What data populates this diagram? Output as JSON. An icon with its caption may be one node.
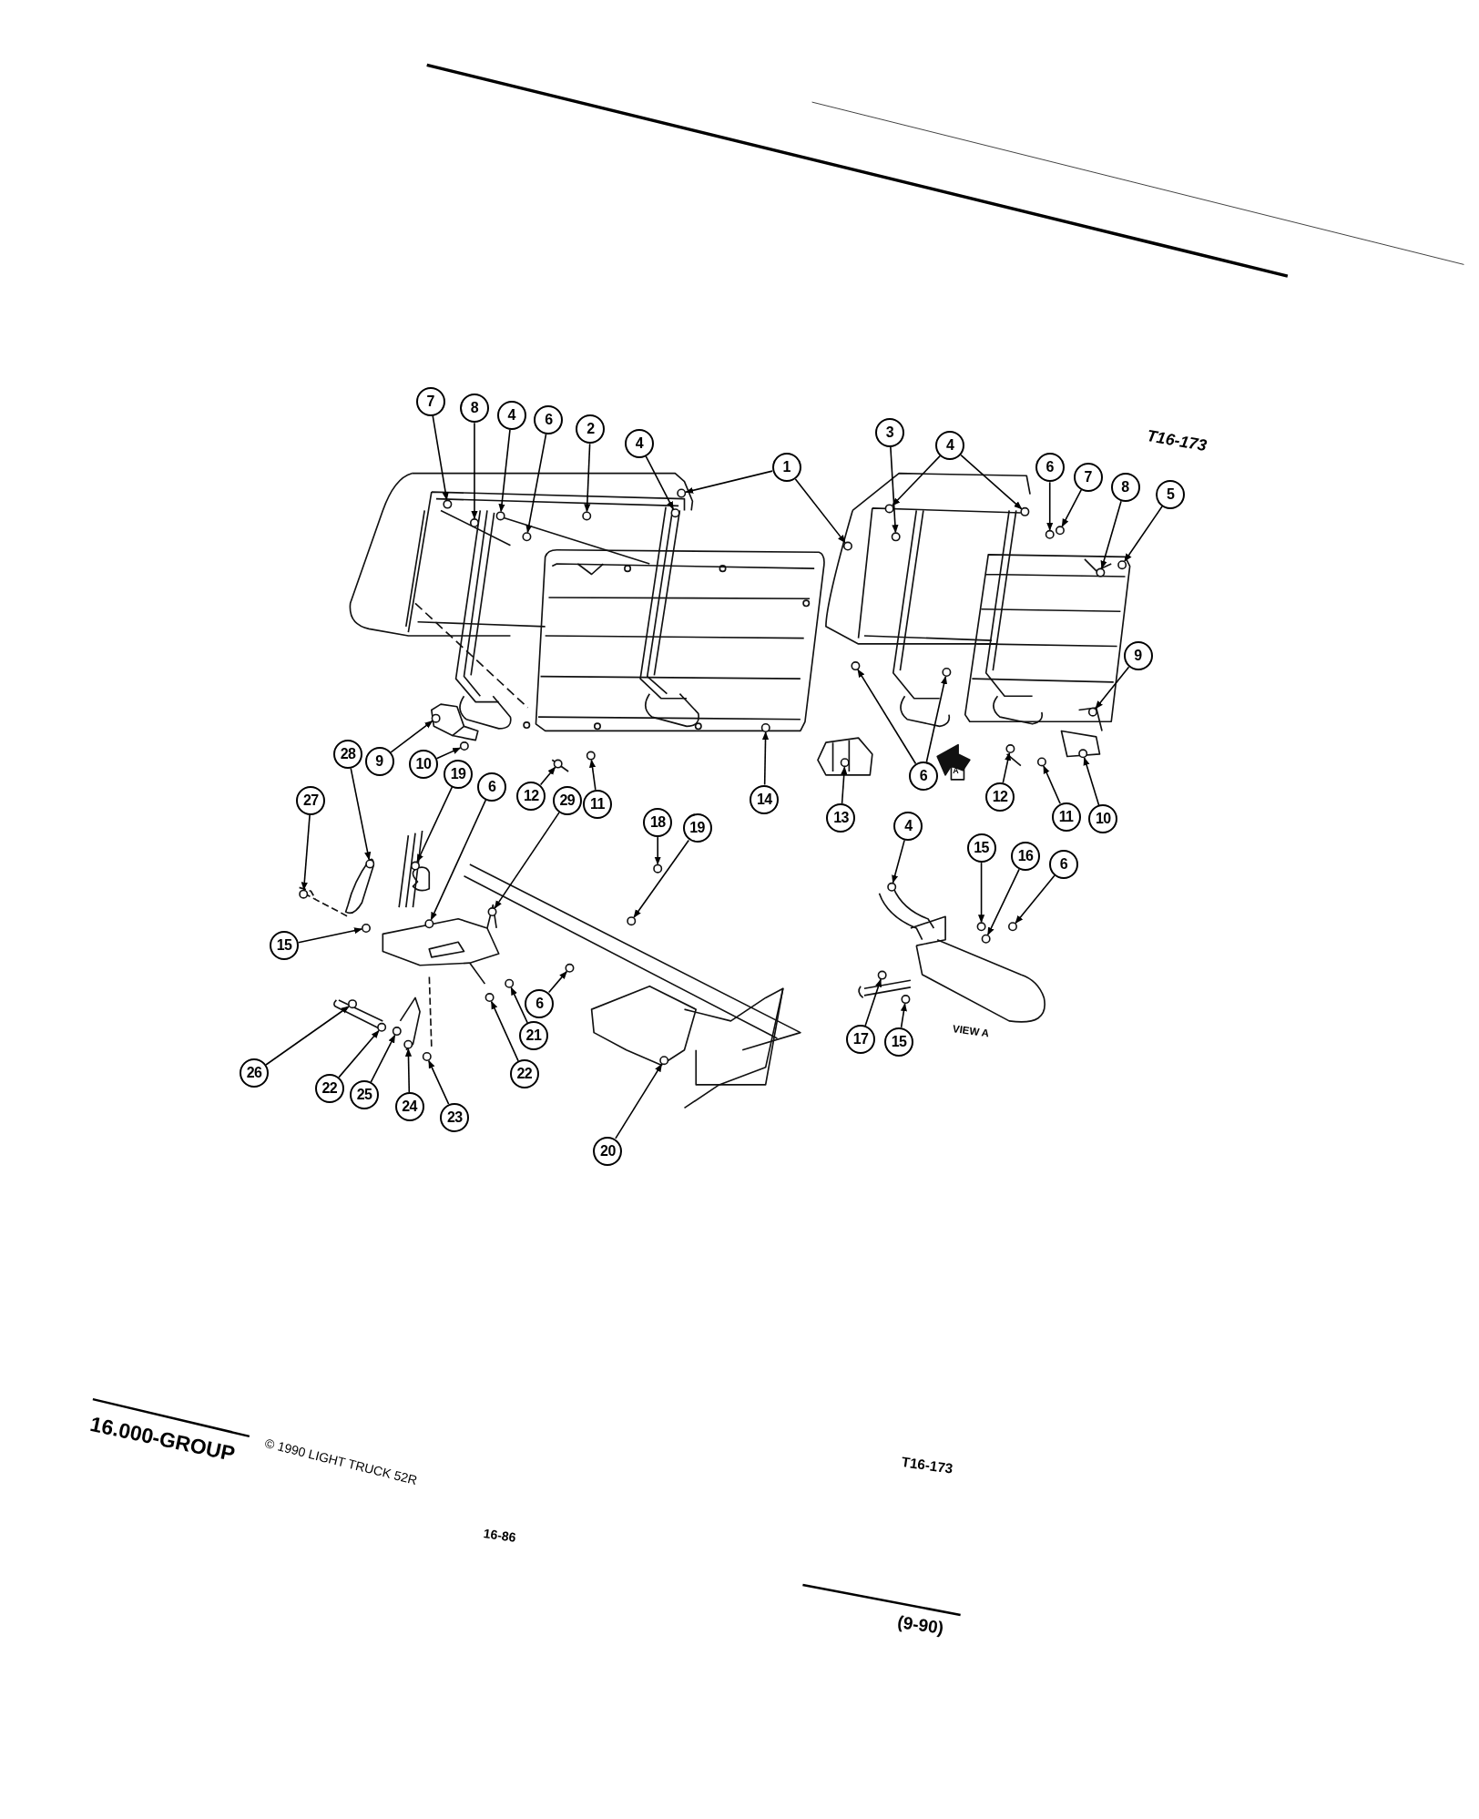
{
  "diagram": {
    "nodes": [
      {
        "text": [
          "7"
        ]
      },
      {
        "text": [
          "8"
        ]
      },
      {
        "text": [
          "4"
        ]
      },
      {
        "text": [
          "6"
        ]
      },
      {
        "text": [
          "2"
        ]
      },
      {
        "text": [
          "4"
        ]
      },
      {
        "text": [
          "1"
        ]
      },
      {
        "text": [
          "3"
        ]
      },
      {
        "text": [
          "4"
        ]
      },
      {
        "text": [
          "6"
        ]
      },
      {
        "text": [
          "7"
        ]
      },
      {
        "text": [
          "8"
        ]
      },
      {
        "text": [
          "5"
        ]
      },
      {
        "text": [
          "9"
        ]
      },
      {
        "text": [
          "10"
        ]
      },
      {
        "text": [
          "11"
        ]
      },
      {
        "text": [
          "12"
        ]
      },
      {
        "text": [
          "6"
        ]
      },
      {
        "text": [
          "13"
        ]
      },
      {
        "text": [
          "14"
        ]
      },
      {
        "text": [
          "11"
        ]
      },
      {
        "text": [
          "29"
        ]
      },
      {
        "text": [
          "12"
        ]
      },
      {
        "text": [
          "6"
        ]
      },
      {
        "text": [
          "19"
        ]
      },
      {
        "text": [
          "10"
        ]
      },
      {
        "text": [
          "9"
        ]
      },
      {
        "text": [
          "28"
        ]
      },
      {
        "text": [
          "27"
        ]
      },
      {
        "text": [
          "15"
        ]
      },
      {
        "text": [
          "18"
        ]
      },
      {
        "text": [
          "19"
        ]
      },
      {
        "text": [
          "6"
        ]
      },
      {
        "text": [
          "21"
        ]
      },
      {
        "text": [
          "22"
        ]
      },
      {
        "text": [
          "26"
        ]
      },
      {
        "text": [
          "22"
        ]
      },
      {
        "text": [
          "25"
        ]
      },
      {
        "text": [
          "24"
        ]
      },
      {
        "text": [
          "23"
        ]
      },
      {
        "text": [
          "20"
        ]
      },
      {
        "text": [
          "4"
        ]
      },
      {
        "text": [
          "15"
        ]
      },
      {
        "text": [
          "16"
        ]
      },
      {
        "text": [
          "6"
        ]
      },
      {
        "text": [
          "17"
        ]
      },
      {
        "text": [
          "15"
        ]
      },
      {
        "text": [],
        "shape": "circle"
      },
      {
        "text": [],
        "shape": "circle"
      },
      {
        "text": [],
        "shape": "circle"
      },
      {
        "text": [],
        "shape": "circle"
      },
      {
        "text": [],
        "shape": "circle"
      },
      {
        "text": [],
        "shape": "circle"
      },
      {
        "text": [],
        "shape": "circle"
      },
      {
        "text": [],
        "shape": "circle"
      },
      {
        "text": [],
        "shape": "circle"
      },
      {
        "text": [],
        "shape": "circle"
      },
      {
        "text": [],
        "shape": "circle"
      },
      {
        "text": [],
        "shape": "circle"
      },
      {
        "text": [],
        "shape": "circle"
      },
      {
        "text": [],
        "shape": "circle"
      },
      {
        "text": [],
        "shape": "circle"
      },
      {
        "text": [],
        "shape": "circle"
      },
      {
        "text": [],
        "shape": "circle"
      },
      {
        "text": [],
        "shape": "circle"
      },
      {
        "text": [],
        "shape": "circle"
      },
      {
        "text": [],
        "shape": "circle"
      },
      {
        "text": [],
        "shape": "circle"
      },
      {
        "text": [],
        "shape": "circle"
      },
      {
        "text": [],
        "shape": "circle"
      },
      {
        "text": [],
        "shape": "circle"
      },
      {
        "text": [],
        "shape": "circle"
      },
      {
        "text": [],
        "shape": "circle"
      },
      {
        "text": [],
        "shape": "circle"
      },
      {
        "text": [],
        "shape": "circle"
      },
      {
        "text": [],
        "shape": "circle"
      },
      {
        "text": [],
        "shape": "circle"
      },
      {
        "text": [],
        "shape": "circle"
      },
      {
        "text": [],
        "shape": "circle"
      },
      {
        "text": [],
        "shape": "circle"
      },
      {
        "text": [],
        "shape": "circle"
      },
      {
        "text": [],
        "shape": "circle"
      },
      {
        "text": [],
        "shape": "circle"
      },
      {
        "text": [],
        "shape": "circle"
      },
      {
        "text": [],
        "shape": "circle"
      },
      {
        "text": [],
        "shape": "circle"
      },
      {
        "text": [],
        "shape": "circle"
      },
      {
        "text": [],
        "shape": "circle"
      },
      {
        "text": [],
        "shape": "circle"
      },
      {
        "text": [],
        "shape": "circle"
      },
      {
        "text": [],
        "shape": "circle"
      },
      {
        "text": [],
        "shape": "circle"
      },
      {
        "text": [],
        "shape": "circle"
      },
      {
        "text": [],
        "shape": "circle"
      },
      {
        "text": [],
        "shape": "circle"
      },
      {
        "text": [],
        "shape": "circle"
      },
      {
        "text": [],
        "shape": "circle"
      }
    ],
    "edges": [
      {
        "from": 0,
        "to": 47,
        "arrow": "to"
      },
      {
        "from": 1,
        "to": 48,
        "arrow": "to"
      },
      {
        "from": 2,
        "to": 49,
        "arrow": "to"
      },
      {
        "from": 3,
        "to": 50,
        "arrow": "to"
      },
      {
        "from": 4,
        "to": 51,
        "arrow": "to"
      },
      {
        "from": 5,
        "to": 52,
        "arrow": "to"
      },
      {
        "from": 6,
        "to": 53,
        "arrow": "to"
      },
      {
        "from": 6,
        "to": 54,
        "arrow": "to"
      },
      {
        "from": 7,
        "to": 55,
        "arrow": "to"
      },
      {
        "from": 8,
        "to": 56,
        "arrow": "to"
      },
      {
        "from": 8,
        "to": 57,
        "arrow": "to"
      },
      {
        "from": 9,
        "to": 58,
        "arrow": "to"
      },
      {
        "from": 10,
        "to": 59,
        "arrow": "to"
      },
      {
        "from": 11,
        "to": 60,
        "arrow": "to"
      },
      {
        "from": 12,
        "to": 61,
        "arrow": "to"
      },
      {
        "from": 13,
        "to": 62,
        "arrow": "to"
      },
      {
        "from": 14,
        "to": 63,
        "arrow": "to"
      },
      {
        "from": 15,
        "to": 64,
        "arrow": "to"
      },
      {
        "from": 16,
        "to": 65,
        "arrow": "to"
      },
      {
        "from": 17,
        "to": 66,
        "arrow": "to"
      },
      {
        "from": 17,
        "to": 67,
        "arrow": "to"
      },
      {
        "from": 18,
        "to": 68,
        "arrow": "to"
      },
      {
        "from": 19,
        "to": 69,
        "arrow": "to"
      },
      {
        "from": 20,
        "to": 70,
        "arrow": "to"
      },
      {
        "from": 21,
        "to": 71,
        "arrow": "to"
      },
      {
        "from": 22,
        "to": 72,
        "arrow": "to"
      },
      {
        "from": 23,
        "to": 73,
        "arrow": "to"
      },
      {
        "from": 24,
        "to": 74,
        "arrow": "to"
      },
      {
        "from": 25,
        "to": 75,
        "arrow": "to"
      },
      {
        "from": 26,
        "to": 76,
        "arrow": "to"
      },
      {
        "from": 27,
        "to": 77,
        "arrow": "to"
      },
      {
        "from": 28,
        "to": 78,
        "arrow": "to"
      },
      {
        "from": 29,
        "to": 79,
        "arrow": "to"
      },
      {
        "from": 30,
        "to": 80,
        "arrow": "to"
      },
      {
        "from": 31,
        "to": 81,
        "arrow": "to"
      },
      {
        "from": 32,
        "to": 82,
        "arrow": "to"
      },
      {
        "from": 33,
        "to": 83,
        "arrow": "to"
      },
      {
        "from": 34,
        "to": 84,
        "arrow": "to"
      },
      {
        "from": 35,
        "to": 85,
        "arrow": "to"
      },
      {
        "from": 36,
        "to": 86,
        "arrow": "to"
      },
      {
        "from": 37,
        "to": 87,
        "arrow": "to"
      },
      {
        "from": 38,
        "to": 88,
        "arrow": "to"
      },
      {
        "from": 39,
        "to": 89,
        "arrow": "to"
      },
      {
        "from": 40,
        "to": 90,
        "arrow": "to"
      },
      {
        "from": 41,
        "to": 91,
        "arrow": "to"
      },
      {
        "from": 42,
        "to": 92,
        "arrow": "to"
      },
      {
        "from": 43,
        "to": 93,
        "arrow": "to"
      },
      {
        "from": 44,
        "to": 94,
        "arrow": "to"
      },
      {
        "from": 45,
        "to": 95,
        "arrow": "to"
      },
      {
        "from": 46,
        "to": 96,
        "arrow": "to"
      }
    ],
    "labels": [
      "T16-173",
      "A",
      "VIEW A",
      "16.000-GROUP",
      "© 1990 LIGHT TRUCK 52R",
      "16-86",
      "T16-173",
      "(9-90)"
    ]
  }
}
